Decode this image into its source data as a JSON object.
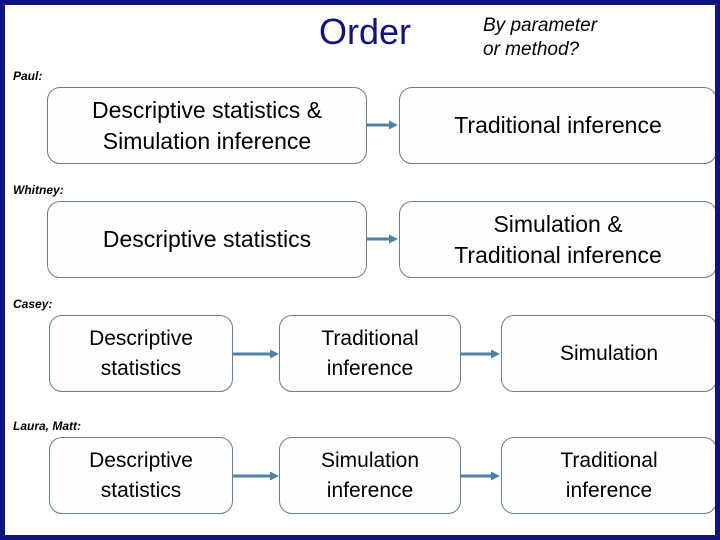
{
  "slide": {
    "title": "Order",
    "subtitle_line1": "By parameter",
    "subtitle_line2": "or method?",
    "title_color": "#12127e",
    "border_color": "#12127e",
    "box_border_color": "#63808f",
    "arrow_color": "#4f81a8"
  },
  "rows": [
    {
      "label": "Paul:",
      "boxes": [
        {
          "line1": "Descriptive statistics &",
          "line2": "Simulation inference"
        },
        {
          "line1": "Traditional inference",
          "line2": ""
        }
      ],
      "arrows": 1
    },
    {
      "label": "Whitney:",
      "boxes": [
        {
          "line1": "Descriptive statistics",
          "line2": ""
        },
        {
          "line1": "Simulation &",
          "line2": "Traditional inference"
        }
      ],
      "arrows": 1
    },
    {
      "label": "Casey:",
      "boxes": [
        {
          "line1": "Descriptive",
          "line2": "statistics"
        },
        {
          "line1": "Traditional",
          "line2": "inference"
        },
        {
          "line1": "Simulation",
          "line2": ""
        }
      ],
      "arrows": 2
    },
    {
      "label": "Laura, Matt:",
      "boxes": [
        {
          "line1": "Descriptive",
          "line2": "statistics"
        },
        {
          "line1": "Simulation",
          "line2": "inference"
        },
        {
          "line1": "Traditional",
          "line2": "inference"
        }
      ],
      "arrows": 2
    }
  ]
}
